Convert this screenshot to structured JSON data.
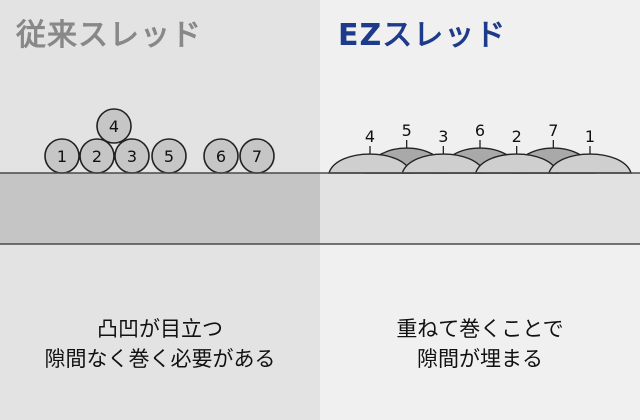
{
  "colors": {
    "left_panel_bg": "#e3e3e3",
    "right_panel_bg": "#f0f0f0",
    "left_band": "#c5c5c5",
    "right_band": "#e2e2e2",
    "base_line": "#4a4a4a",
    "left_title": "#888888",
    "right_title": "#1e3a8a",
    "roll_fill": "#c6c6c6",
    "arc_light": "#cfcfcf",
    "arc_dark": "#a9a9a9",
    "stroke": "#222222"
  },
  "left": {
    "title": "従来スレッド",
    "caption_line1": "凸凹が目立つ",
    "caption_line2": "隙間なく巻く必要がある",
    "rolls": [
      "1",
      "2",
      "3",
      "5",
      "6",
      "7"
    ],
    "top_roll": "4"
  },
  "right": {
    "title": "EZスレッド",
    "caption_line1": "重ねて巻くことで",
    "caption_line2": "隙間が埋まる",
    "layers": [
      "4",
      "5",
      "3",
      "6",
      "2",
      "7",
      "1"
    ]
  }
}
